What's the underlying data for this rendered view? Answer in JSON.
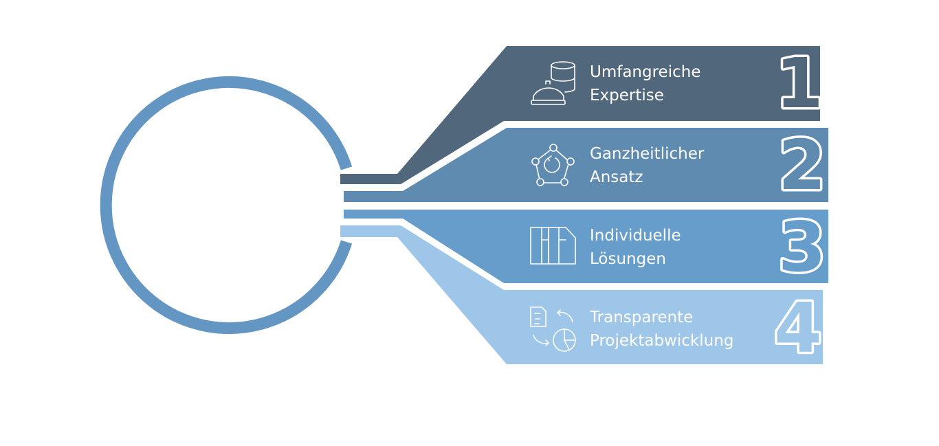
{
  "colors": {
    "band1": "#51677b",
    "band2": "#5f8bb0",
    "band3": "#669dca",
    "band4": "#9ec6e9",
    "circle": "#6396c2"
  },
  "items": [
    {
      "number": "1",
      "line1": "Umfangreiche",
      "line2": "Expertise",
      "icon": "database-hardhat-icon"
    },
    {
      "number": "2",
      "line1": "Ganzheitlicher",
      "line2": "Ansatz",
      "icon": "pentagon-cycle-icon"
    },
    {
      "number": "3",
      "line1": "Individuelle",
      "line2": "Lösungen",
      "icon": "modules-icon"
    },
    {
      "number": "4",
      "line1": "Transparente",
      "line2": "Projektabwicklung",
      "icon": "document-chart-exchange-icon"
    }
  ]
}
